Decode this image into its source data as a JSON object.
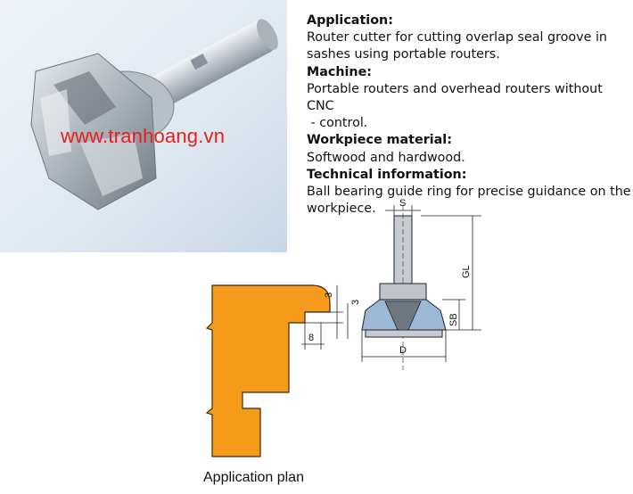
{
  "photo": {
    "watermark": "www.tranhoang.vn",
    "colors": {
      "background": "#dfe9f2",
      "steel": "#b8c0c8",
      "watermark": "#e5201a"
    }
  },
  "spec": {
    "application": {
      "heading": "Application:",
      "text": "Router cutter for cutting overlap seal groove in sashes using portable routers."
    },
    "machine": {
      "heading": "Machine:",
      "text": "Portable routers and overhead routers without CNC\n - control."
    },
    "workpiece": {
      "heading": "Workpiece material:",
      "text": "Softwood and hardwood."
    },
    "technical": {
      "heading": "Technical information:",
      "text": "Ball bearing guide ring for precise guidance on the workpiece."
    }
  },
  "diagram": {
    "profile_color": "#f59a1b",
    "cutter_blue": "#9db7d6",
    "dimensions": {
      "s": "S",
      "gl": "GL",
      "sb": "SB",
      "d": "D",
      "groove_top": "3",
      "groove_right": "3",
      "groove_depth": "8"
    }
  },
  "caption": "Application plan"
}
